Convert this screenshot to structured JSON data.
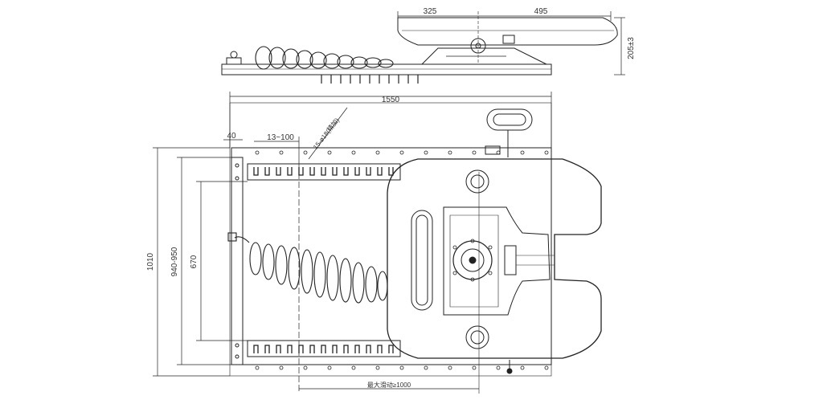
{
  "dimensions": {
    "top_left": "325",
    "top_right": "495",
    "top_height": "205±3",
    "overall_width": "1550",
    "overall_height": "1010",
    "rail_span": "940-950",
    "inner_span": "670",
    "edge_offset": "40",
    "slot_pitch": "13~100",
    "slot_note": "15-ø18(精加)",
    "travel": "最大滑动≥1000"
  }
}
